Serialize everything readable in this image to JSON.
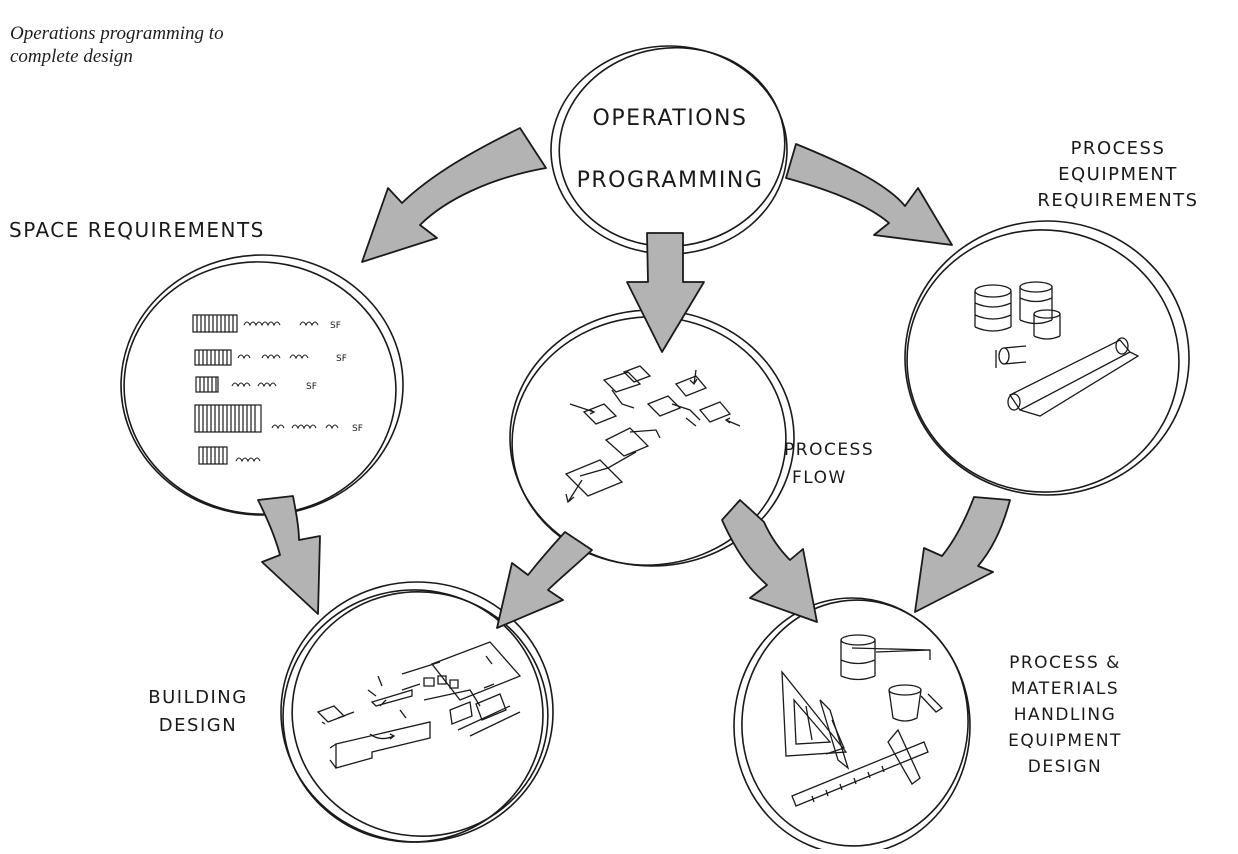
{
  "caption": {
    "line1": "Operations programming to",
    "line2": "complete design"
  },
  "nodes": {
    "operations_programming": {
      "line1": "OPERATIONS",
      "line2": "PROGRAMMING"
    },
    "space_requirements": {
      "label": "SPACE REQUIREMENTS",
      "unit": "SF"
    },
    "process_flow": {
      "line1": "PROCESS",
      "line2": "FLOW"
    },
    "process_equipment_requirements": {
      "line1": "PROCESS",
      "line2": "EQUIPMENT",
      "line3": "REQUIREMENTS"
    },
    "building_design": {
      "line1": "BUILDING",
      "line2": "DESIGN"
    },
    "process_materials_handling": {
      "line1": "PROCESS &",
      "line2": "MATERIALS",
      "line3": "HANDLING",
      "line4": "EQUIPMENT",
      "line5": "DESIGN"
    }
  },
  "colors": {
    "ink": "#1a1a1a",
    "arrow_fill": "#b3b3b3",
    "paper": "#ffffff"
  }
}
